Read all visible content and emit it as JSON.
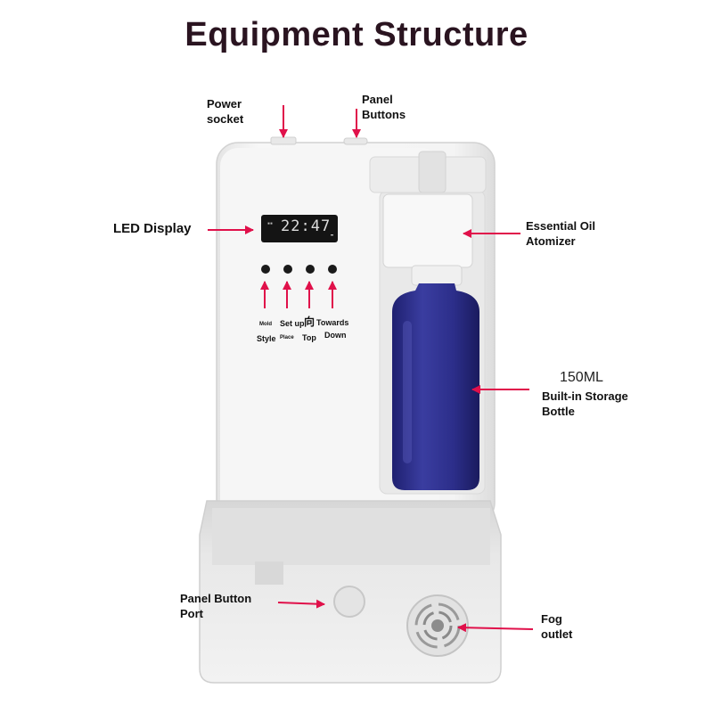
{
  "title": "Equipment Structure",
  "labels": {
    "power_socket": [
      "Power",
      "socket"
    ],
    "panel_buttons": [
      "Panel",
      "Buttons"
    ],
    "led_display": "LED Display",
    "essential_oil_atomizer": [
      "Essential Oil",
      "Atomizer"
    ],
    "capacity": "150ML",
    "storage_bottle": [
      "Built-in Storage",
      "Bottle"
    ],
    "panel_button_port": [
      "Panel Button",
      "Port"
    ],
    "fog_outlet": [
      "Fog",
      "outlet"
    ]
  },
  "buttons": [
    {
      "line1": "Mold",
      "line2": "Style"
    },
    {
      "line1": "Set up",
      "line2": "Place"
    },
    {
      "line1": "向",
      "line2": "Top"
    },
    {
      "line1": "Towards",
      "line2": "Down"
    }
  ],
  "led": {
    "time": "22:47"
  },
  "colors": {
    "arrow": "#e0104a",
    "title": "#2a1420",
    "bottle": "#2e2f88",
    "body": "#f1f1f1"
  }
}
